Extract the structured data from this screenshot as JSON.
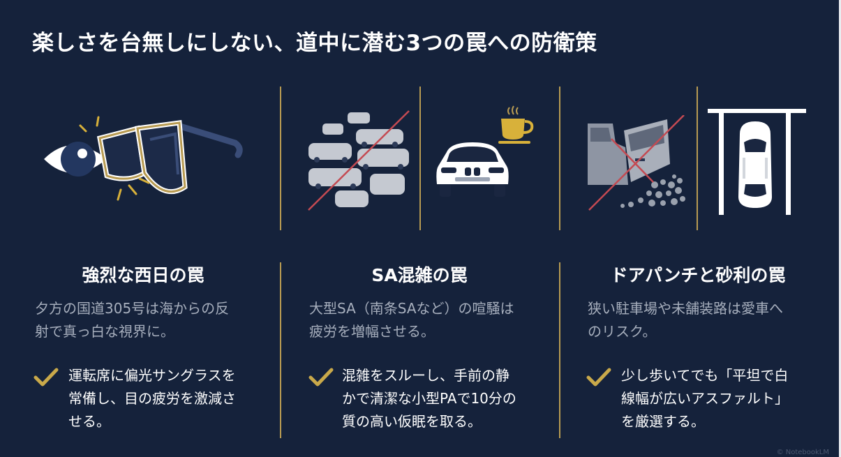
{
  "title": "楽しさを台無しにしない、道中に潜む3つの罠への防衛策",
  "colors": {
    "background": "#15223b",
    "accent": "#b89b52",
    "text": "#ffffff",
    "muted": "#a7afbd",
    "cross": "#c44a52"
  },
  "sections": [
    {
      "icons": [
        "eye-icon",
        "sunglasses-icon"
      ],
      "heading": "強烈な西日の罠",
      "desc_lines": [
        "夕方の国道305号は海からの反",
        "射で真っ白な視界に。"
      ],
      "tip_lines": [
        "運転席に偏光サングラスを",
        "常備し、目の疲労を激減さ",
        "せる。"
      ]
    },
    {
      "icons": [
        "crowded-cars-icon",
        "car-front-icon",
        "coffee-cup-icon"
      ],
      "heading": "SA混雑の罠",
      "desc_lines": [
        "大型SA（南条SAなど）の喧騒は",
        "疲労を増幅させる。"
      ],
      "tip_lines": [
        "混雑をスルーし、手前の静",
        "かで清潔な小型PAで10分の",
        "質の高い仮眠を取る。"
      ]
    },
    {
      "icons": [
        "door-dent-icon",
        "gravel-icon",
        "parking-space-icon"
      ],
      "heading": "ドアパンチと砂利の罠",
      "desc_lines": [
        "狭い駐車場や未舗装路は愛車へ",
        "のリスク。"
      ],
      "tip_lines": [
        "少し歩いてでも「平坦で白",
        "線幅が広いアスファルト」",
        "を厳選する。"
      ]
    }
  ],
  "footer": "© NotebookLM"
}
